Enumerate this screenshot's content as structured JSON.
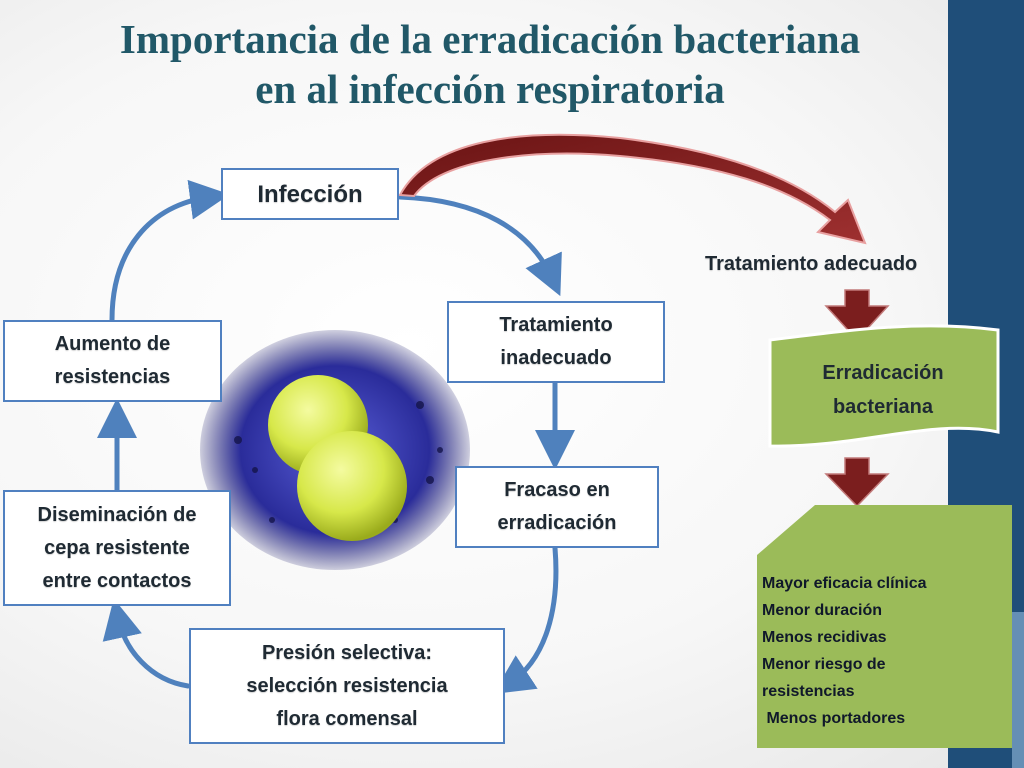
{
  "title": {
    "line1": "Importancia de la erradicación bacteriana",
    "line2": "en al infección respiratoria"
  },
  "cycle": {
    "infeccion": "Infección",
    "tratamiento_inadecuado": "Tratamiento\ninadecuado",
    "fracaso": "Fracaso en\nerradicación",
    "presion": "Presión selectiva:\nselección resistencia\nflora comensal",
    "diseminacion": "Diseminación de\ncepa resistente\nentre contactos",
    "aumento": "Aumento de\nresistencias"
  },
  "right": {
    "tratamiento_adecuado": "Tratamiento adecuado",
    "erradicacion": "Erradicación\nbacteriana",
    "benefits": [
      "Mayor eficacia clínica",
      "Menor duración",
      "Menos recidivas",
      "Menor riesgo de",
      "resistencias",
      " Menos portadores"
    ]
  },
  "colors": {
    "title": "#215868",
    "box_border": "#5080c0",
    "cycle_arrow": "#4f81bd",
    "dark_red_arrow": "#7b1e1e",
    "green_panel": "#9bbb59",
    "sidebar": "#1f4e79"
  }
}
